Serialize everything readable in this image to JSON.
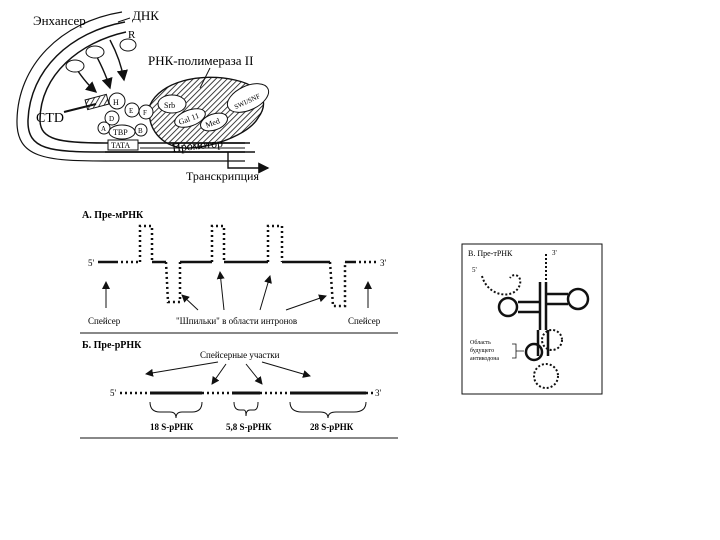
{
  "top": {
    "enhancer": "Энхансер",
    "dnk": "ДНК",
    "r": "R",
    "rnk_pol": "РНК-полимераза II",
    "ctd": "CTD",
    "swi": "SWI/SNF",
    "srb": "Srb",
    "gal": "Gal 11",
    "med": "Med",
    "h": "H",
    "e": "E",
    "f": "F",
    "d": "D",
    "a": "A",
    "b": "B",
    "tbp": "TBP",
    "tata": "TATA",
    "promoter": "Промотор",
    "transcription": "Транскрипция"
  },
  "panel_a": {
    "title": "А. Пре-мРНК",
    "five": "5'",
    "three": "3'",
    "spacer_left": "Спейсер",
    "hairpins": "\"Шпильки\" в области интронов",
    "spacer_right": "Спейсер"
  },
  "panel_b": {
    "title": "Б. Пре-рРНК",
    "spacer_regions": "Спейсерные участки",
    "five": "5'",
    "three": "3'",
    "label_18s": "18 S-рРНК",
    "label_58s": "5,8 S-рРНК",
    "label_28s": "28 S-рРНК"
  },
  "panel_c": {
    "title": "В. Пре-тРНК",
    "three": "3'",
    "five": "5'",
    "anticodon_note": [
      "Область",
      "будущего",
      "антикодона"
    ]
  }
}
